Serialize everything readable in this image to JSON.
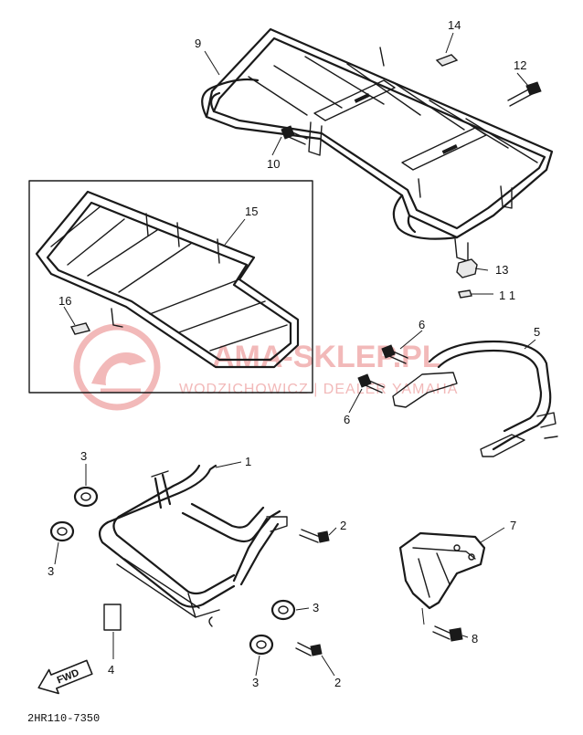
{
  "callouts": [
    {
      "id": "1",
      "label": "1"
    },
    {
      "id": "2a",
      "label": "2"
    },
    {
      "id": "2b",
      "label": "2"
    },
    {
      "id": "3a",
      "label": "3"
    },
    {
      "id": "3b",
      "label": "3"
    },
    {
      "id": "3c",
      "label": "3"
    },
    {
      "id": "3d",
      "label": "3"
    },
    {
      "id": "4",
      "label": "4"
    },
    {
      "id": "5",
      "label": "5"
    },
    {
      "id": "6a",
      "label": "6"
    },
    {
      "id": "6b",
      "label": "6"
    },
    {
      "id": "7",
      "label": "7"
    },
    {
      "id": "8",
      "label": "8"
    },
    {
      "id": "9",
      "label": "9"
    },
    {
      "id": "10",
      "label": "10"
    },
    {
      "id": "11",
      "label": "1 1"
    },
    {
      "id": "12",
      "label": "12"
    },
    {
      "id": "13",
      "label": "13"
    },
    {
      "id": "14",
      "label": "14"
    },
    {
      "id": "15",
      "label": "15"
    },
    {
      "id": "16",
      "label": "16"
    }
  ],
  "watermark": {
    "brand": "AMA-SKLEP.PL",
    "tagline": "WODZICHOWICZ | DEALER YAMAHA",
    "color": "#f2b9b9"
  },
  "direction_label": "FWD",
  "drawing_code": "2HR110-7350"
}
